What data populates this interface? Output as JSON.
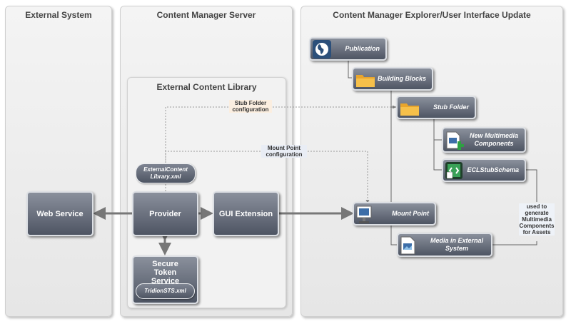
{
  "panels": {
    "external_system": "External System",
    "cm_server": "Content Manager Server",
    "cm_explorer": "Content Manager Explorer/User Interface Update"
  },
  "ecl_title": "External Content Library",
  "boxes": {
    "web_service": "Web Service",
    "provider": "Provider",
    "gui_extension": "GUI Extension",
    "secure_token_service": "Secure Token Service"
  },
  "files": {
    "ecl_xml": "ExternalContent Library.xml",
    "sts_xml": "TridionSTS.xml"
  },
  "tree": {
    "publication": "Publication",
    "building_blocks": "Building Blocks",
    "stub_folder": "Stub Folder",
    "new_mm_components": "New Multimedia Components",
    "ecl_stub_schema": "ECLStubSchema",
    "mount_point": "Mount Point",
    "media_external": "Media in External System"
  },
  "notes": {
    "stub_folder_config": "Stub Folder configuration",
    "mount_point_config": "Mount Point configuration",
    "used_to_generate": "used to generate Multimedia Components for Assets"
  },
  "icons": [
    "publication-icon",
    "folder-icon",
    "multimedia-component-icon",
    "schema-icon",
    "mount-point-icon",
    "media-icon"
  ]
}
